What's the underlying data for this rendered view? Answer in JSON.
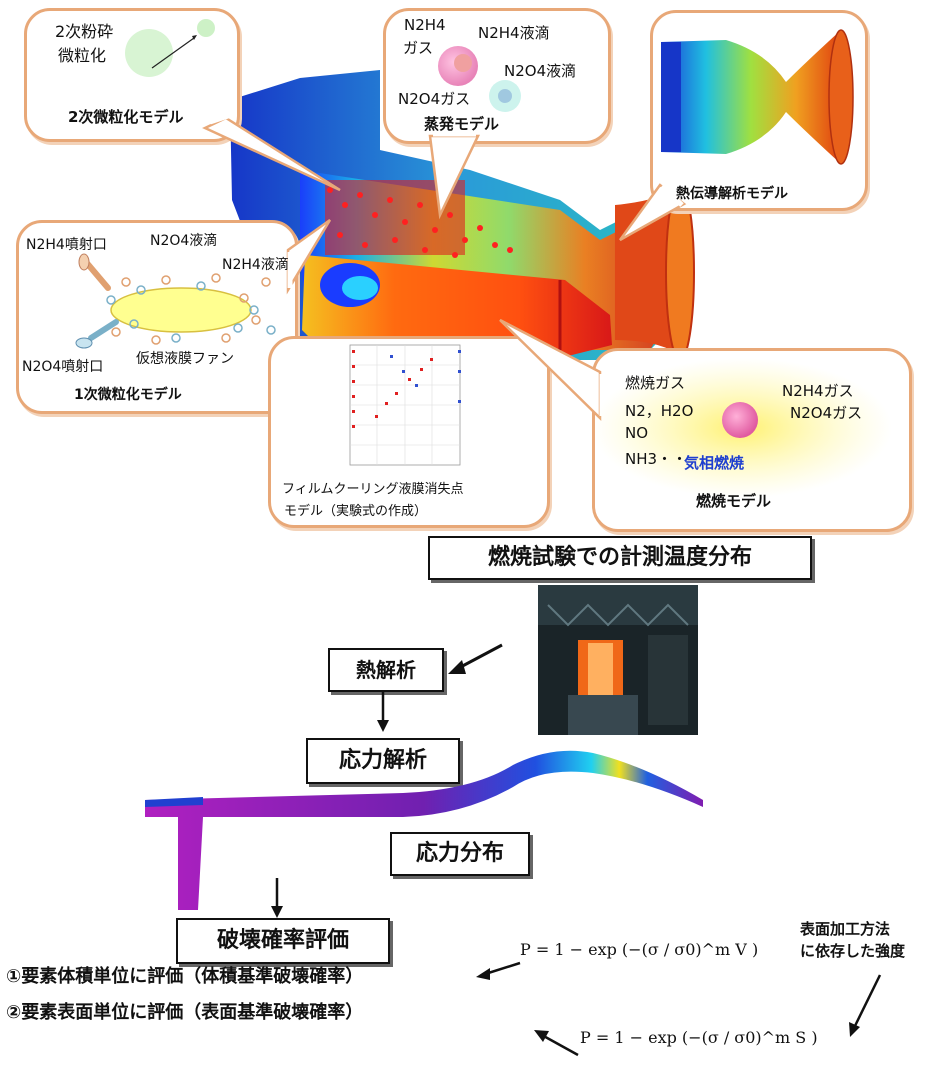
{
  "callouts": {
    "secondary_atomization": {
      "line1": "2次粉砕",
      "line2": "微粒化",
      "title": "2次微粒化モデル"
    },
    "evaporation": {
      "n2h4_gas": "N2H4",
      "gas": "ガス",
      "n2h4_droplet": "N2H4液滴",
      "n2o4_droplet": "N2O4液滴",
      "n2o4_gas": "N2O4ガス",
      "title": "蒸発モデル"
    },
    "heat_conduction": {
      "title": "熱伝導解析モデル"
    },
    "primary_atomization": {
      "n2h4_injector": "N2H4噴射口",
      "n2o4_droplet": "N2O4液滴",
      "n2h4_droplet": "N2H4液滴",
      "n2o4_injector": "N2O4噴射口",
      "virtual_film_fan": "仮想液膜ファン",
      "title": "1次微粒化モデル"
    },
    "film_cooling": {
      "line1": "フィルムクーリング液膜消失点",
      "line2": "モデル（実験式の作成）"
    },
    "combustion": {
      "combustion_gas": "燃焼ガス",
      "species_line1": "N2，H2O",
      "species_line2": "NO",
      "species_line3": "NH3・・",
      "n2h4_gas": "N2H4ガス",
      "n2o4_gas": "N2O4ガス",
      "gas_phase_combustion": "気相燃焼",
      "title": "燃焼モデル"
    }
  },
  "flow": {
    "measured_temp_label": "燃焼試験での計測温度分布",
    "thermal_analysis": "熱解析",
    "stress_analysis": "応力解析",
    "stress_distribution": "応力分布",
    "failure_probability": "破壊確率評価",
    "method1": "①要素体積単位に評価（体積基準破壊確率）",
    "method2": "②要素表面単位に評価（表面基準破壊確率）",
    "surface_strength_note_line1": "表面加工方法",
    "surface_strength_note_line2": "に依存した強度"
  },
  "formulas": {
    "volume": "P  = 1 − exp (−(σ / σ0)^m  V )",
    "surface": "P  = 1 − exp (−(σ / σ0)^m  S )"
  },
  "colors": {
    "callout_border": "#e8a878",
    "accent_blue": "#1f3fcf"
  }
}
